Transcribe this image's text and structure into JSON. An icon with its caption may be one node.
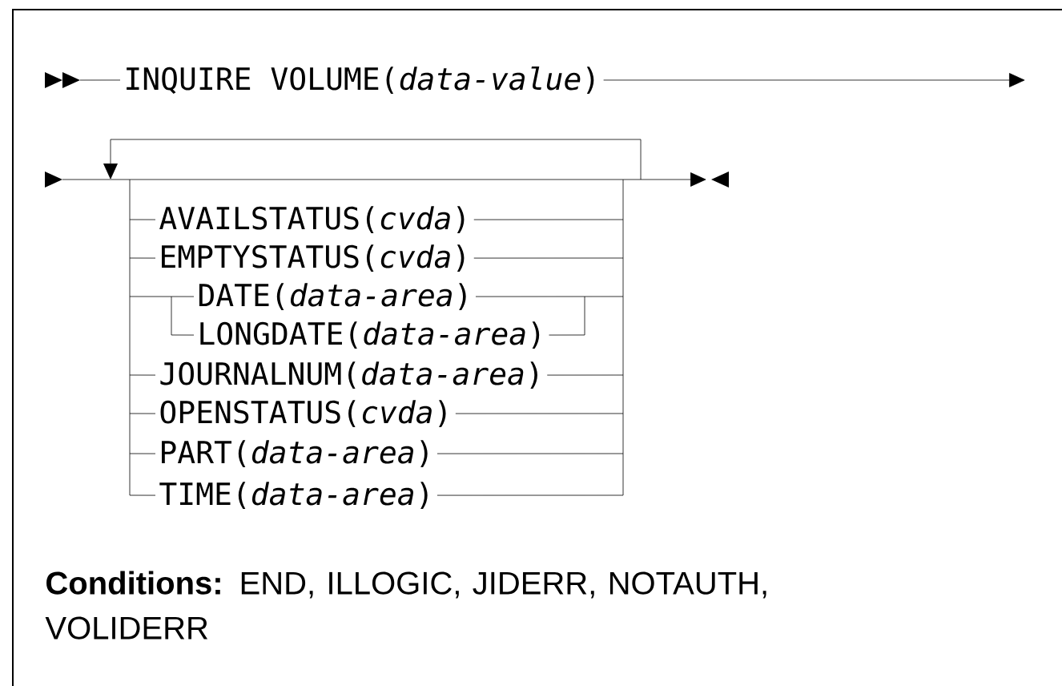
{
  "diagram": {
    "labels": [
      "INQUIRE VOLUME(*data-value*)",
      "AVAILSTATUS(*cvda*)",
      "EMPTYSTATUS(*cvda*)",
      "DATE(*data-area*)",
      "LONGDATE(*data-area*)",
      "JOURNALNUM(*data-area*)",
      "OPENSTATUS(*cvda*)",
      "PART(*data-area*)",
      "TIME(*data-area*)",
      "**Conditions:**  END, ILLOGIC, JIDERR, NOTAUTH, VOLIDERR"
    ]
  }
}
